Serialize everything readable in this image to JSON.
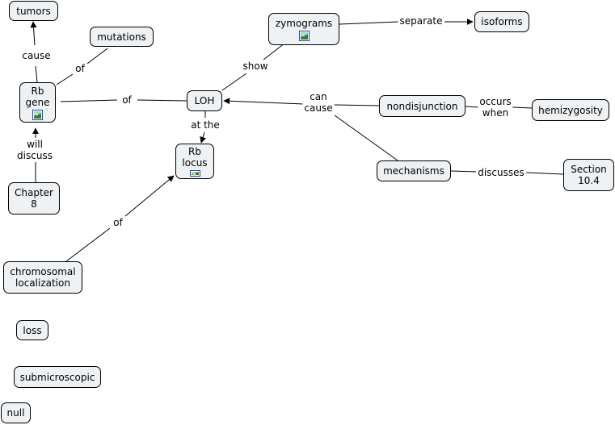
{
  "nodes": {
    "tumors": {
      "text": "tumors",
      "image": false
    },
    "mutations": {
      "text": "mutations",
      "image": false
    },
    "rb_gene": {
      "text": "Rb\ngene",
      "image": true
    },
    "chapter8": {
      "text": "Chapter\n8",
      "image": false
    },
    "loh": {
      "text": "LOH",
      "image": false
    },
    "rb_locus": {
      "text": "Rb\nlocus",
      "image": true
    },
    "zymograms": {
      "text": "zymograms",
      "image": true
    },
    "isoforms": {
      "text": "isoforms",
      "image": false
    },
    "nondisjunction": {
      "text": "nondisjunction",
      "image": false
    },
    "hemizygosity": {
      "text": "hemizygosity",
      "image": false
    },
    "mechanisms": {
      "text": "mechanisms",
      "image": false
    },
    "section104": {
      "text": "Section\n10.4",
      "image": false
    },
    "chromosomal_localization": {
      "text": "chromosomal\nlocalization",
      "image": false
    },
    "loss": {
      "text": "loss",
      "image": false
    },
    "submicroscopic": {
      "text": "submicroscopic",
      "image": false
    },
    "null": {
      "text": "null",
      "image": false
    }
  },
  "links": {
    "cause": "cause",
    "of_mutations": "of",
    "will_discuss": "will\ndiscuss",
    "of_loh": "of",
    "at_the": "at the",
    "show": "show",
    "separate": "separate",
    "can_cause": "can\ncause",
    "occurs_when": "occurs\nwhen",
    "discusses": "discusses",
    "of_locus": "of"
  }
}
